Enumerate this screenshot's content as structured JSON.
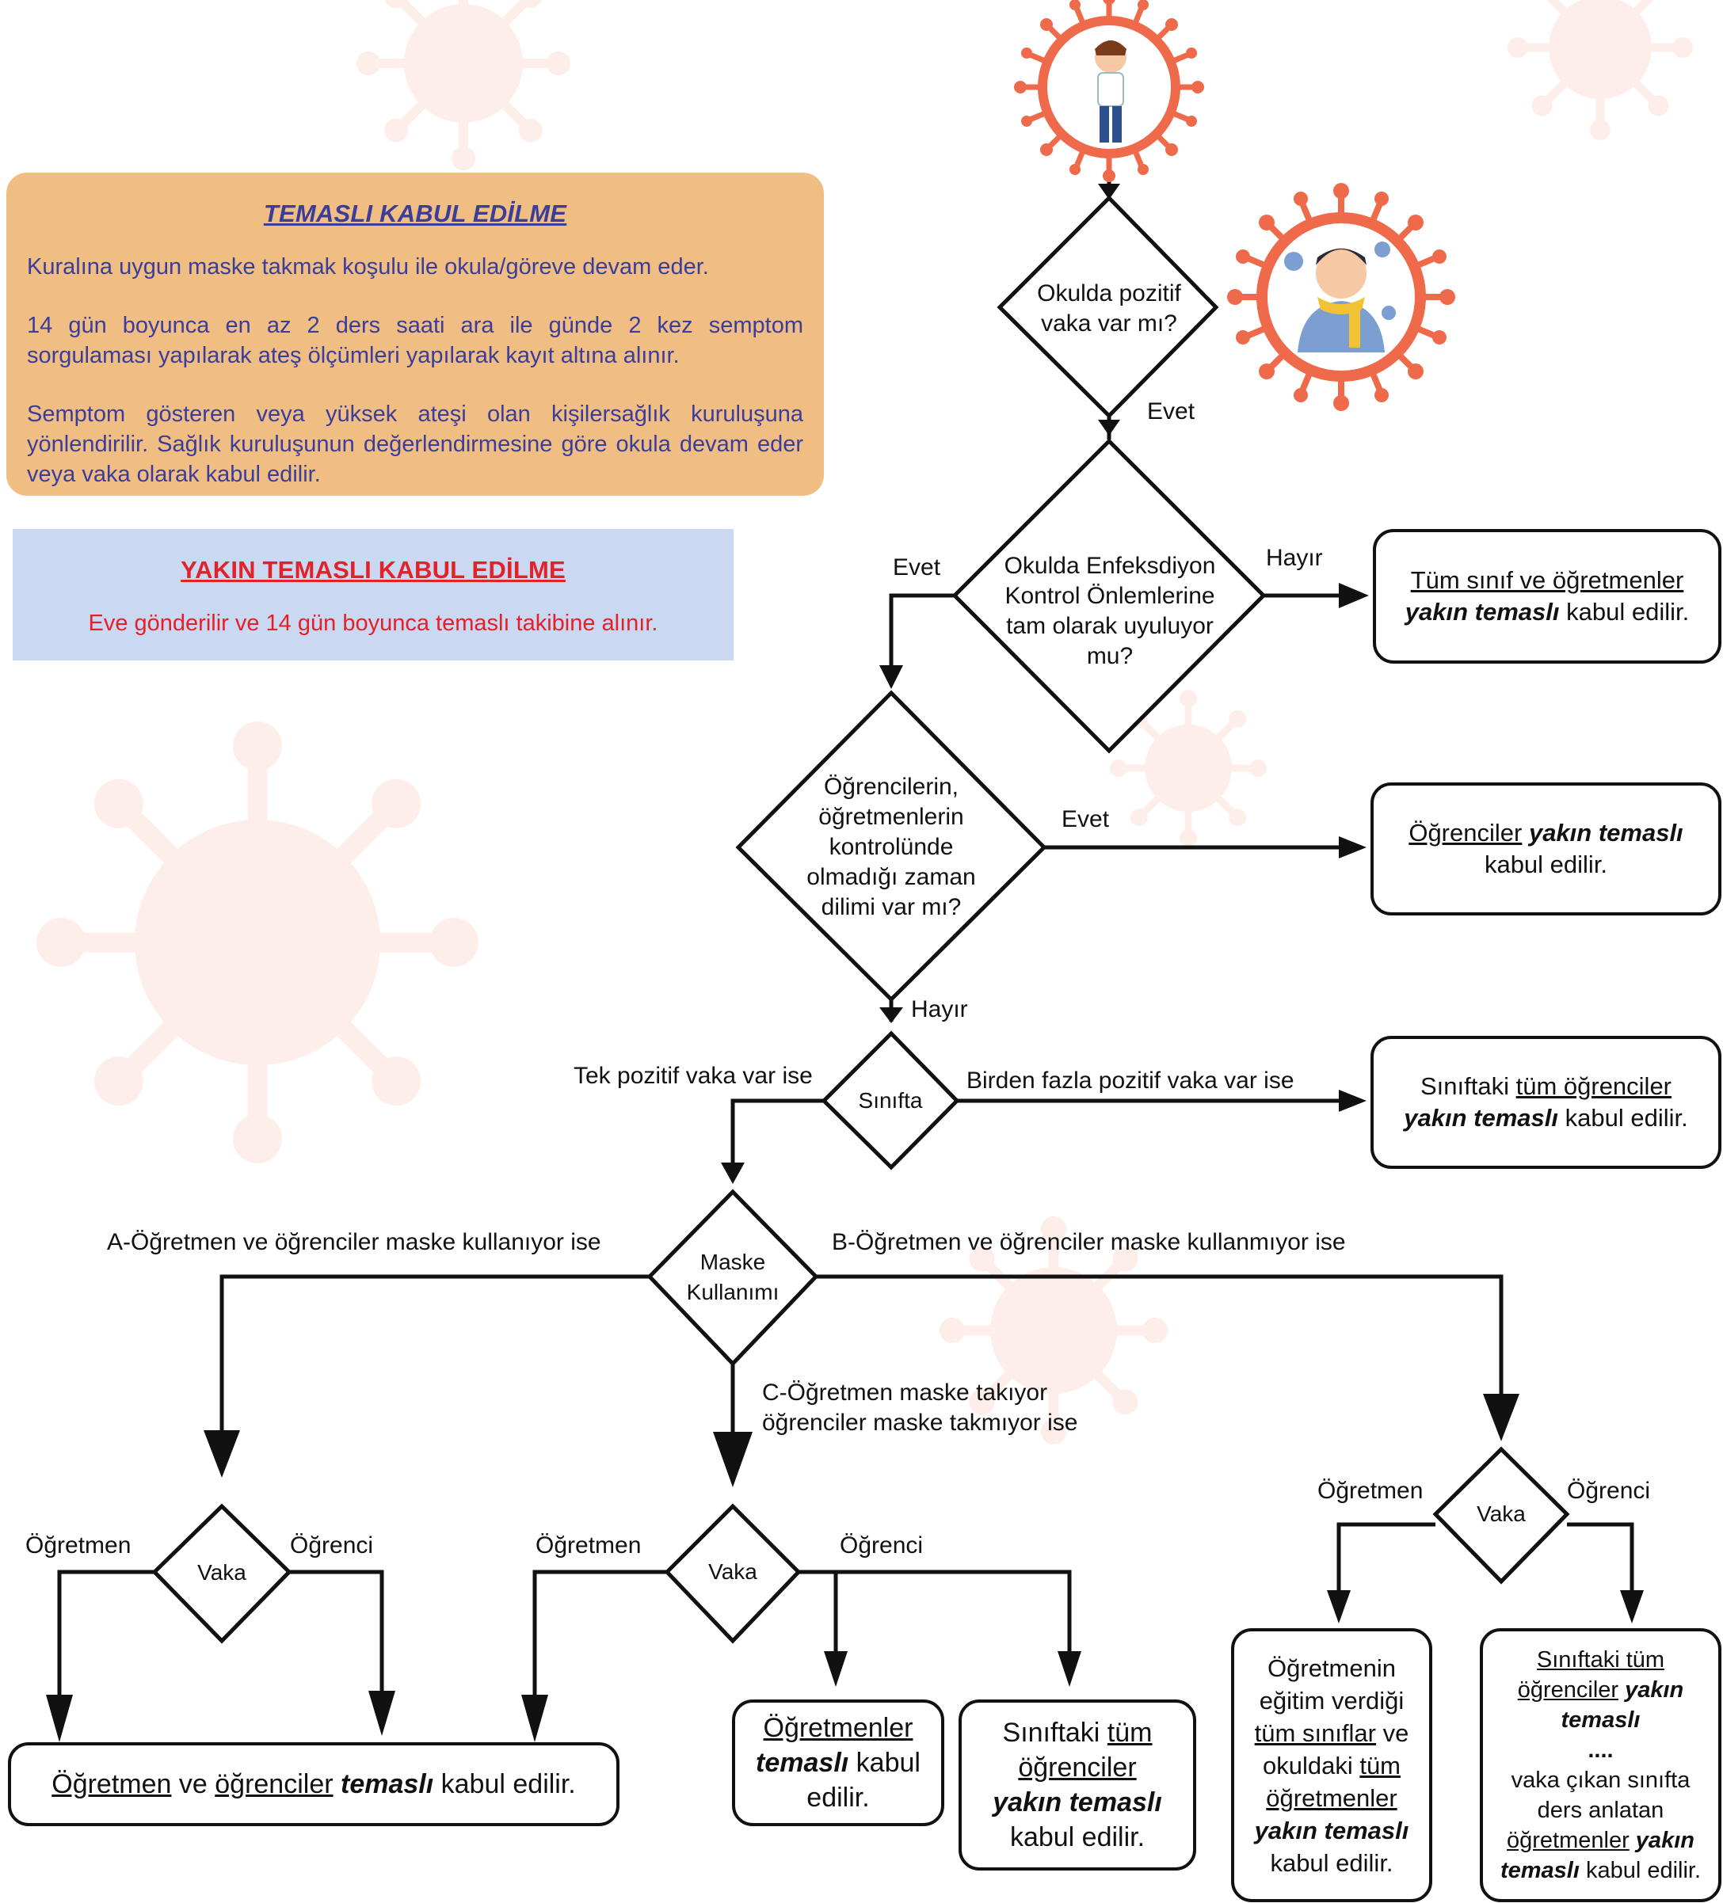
{
  "contact_panel": {
    "title": "TEMASLI KABUL EDİLME",
    "paragraphs": [
      "Kuralına uygun maske takmak koşulu ile  okula/göreve devam eder.",
      "14 gün boyunca en az 2 ders saati ara ile günde 2 kez semptom sorgulaması yapılarak ateş ölçümleri yapılarak kayıt altına alınır.",
      "Semptom gösteren veya yüksek ateşi olan kişilersağlık kuruluşuna yönlendirilir. Sağlık kuruluşunun değerlendirmesine göre okula devam eder veya vaka olarak kabul edilir."
    ]
  },
  "close_contact_panel": {
    "title": "YAKIN TEMASLI KABUL EDİLME",
    "text": "Eve gönderilir ve 14 gün boyunca temaslı takibine alınır."
  },
  "decisions": {
    "positive_case": [
      "Okulda pozitif",
      "vaka var mı?"
    ],
    "infection_control": [
      "Okulda Enfeksdiyon",
      "Kontrol Önlemlerine",
      "tam olarak uyuluyor",
      "mu?"
    ],
    "unsupervised_time": [
      "Öğrencilerin,",
      "öğretmenlerin",
      "kontrolünde",
      "olmadığı zaman",
      "dilimi var mı?"
    ],
    "classroom": "Sınıfta",
    "mask_usage": [
      "Maske",
      "Kullanımı"
    ],
    "case_a": "Vaka",
    "case_c": "Vaka",
    "case_b": "Vaka"
  },
  "edge_labels": {
    "evet_1": "Evet",
    "evet_2": "Evet",
    "hayir_1": "Hayır",
    "evet_3": "Evet",
    "hayir_2": "Hayır",
    "single_case": "Tek pozitif vaka var ise",
    "multiple_cases": "Birden fazla pozitif vaka var ise",
    "option_a": "A-Öğretmen ve öğrenciler maske kullanıyor ise",
    "option_b": "B-Öğretmen ve öğrenciler maske kullanmıyor ise",
    "option_c_1": "C-Öğretmen maske takıyor",
    "option_c_2": "öğrenciler maske takmıyor ise",
    "a_teacher": "Öğretmen",
    "a_student": "Öğrenci",
    "c_teacher": "Öğretmen",
    "c_student": "Öğrenci",
    "b_teacher": "Öğretmen",
    "b_student": "Öğrenci"
  },
  "outcomes": {
    "all_class_teachers": {
      "p1": "Tüm sınıf ve öğretmenler",
      "p2": "yakın temaslı",
      "p3": " kabul edilir."
    },
    "students_close": {
      "p1": "Öğrenciler",
      "p2": " ",
      "p3": "yakın temaslı",
      "p4": "kabul edilir."
    },
    "class_students_close": {
      "p1": "Sınıftaki ",
      "p2": "tüm öğrenciler",
      "p3": "yakın temaslı",
      "p4": " kabul edilir."
    },
    "a_result": {
      "p1": "Öğretmen",
      "p2": " ve ",
      "p3": "öğrenciler",
      "p4": " ",
      "p5": "temaslı",
      "p6": " kabul edilir."
    },
    "c_teachers": {
      "p1": "Öğretmenler",
      "p2": "temaslı",
      "p3": " kabul",
      "p4": "edilir."
    },
    "c_students": {
      "p1": "Sınıftaki ",
      "p2": "tüm",
      "p3": "öğrenciler",
      "p4": "yakın temaslı",
      "p5": "kabul edilir."
    },
    "b_teacher": {
      "p1": "Öğretmenin",
      "p2": "eğitim verdiği",
      "p3": "tüm sınıflar",
      "p4": " ve",
      "p5": "okuldaki ",
      "p6": "tüm",
      "p7": "öğretmenler",
      "p8": "yakın temaslı",
      "p9": "kabul edilir."
    },
    "b_student": {
      "p1": "Sınıftaki tüm",
      "p2": "öğrenciler",
      "p3": " yakın",
      "p4": "temaslı",
      "p5": "....",
      "p6": "vaka çıkan sınıfta",
      "p7": "ders anlatan",
      "p8": "öğretmenler",
      "p9": " yakın",
      "p10": "temaslı",
      "p11": " kabul edilir."
    }
  },
  "colors": {
    "contact_panel_bg": "#f0be82",
    "contact_text": "#3a3d99",
    "close_panel_bg": "#cad9f1",
    "close_text": "#e22129",
    "virus": "#ef6a4a",
    "watermark": "#fbe6e0"
  },
  "icons": [
    "virus-child-icon",
    "virus-sick-person-icon",
    "virus-watermark-icon"
  ]
}
